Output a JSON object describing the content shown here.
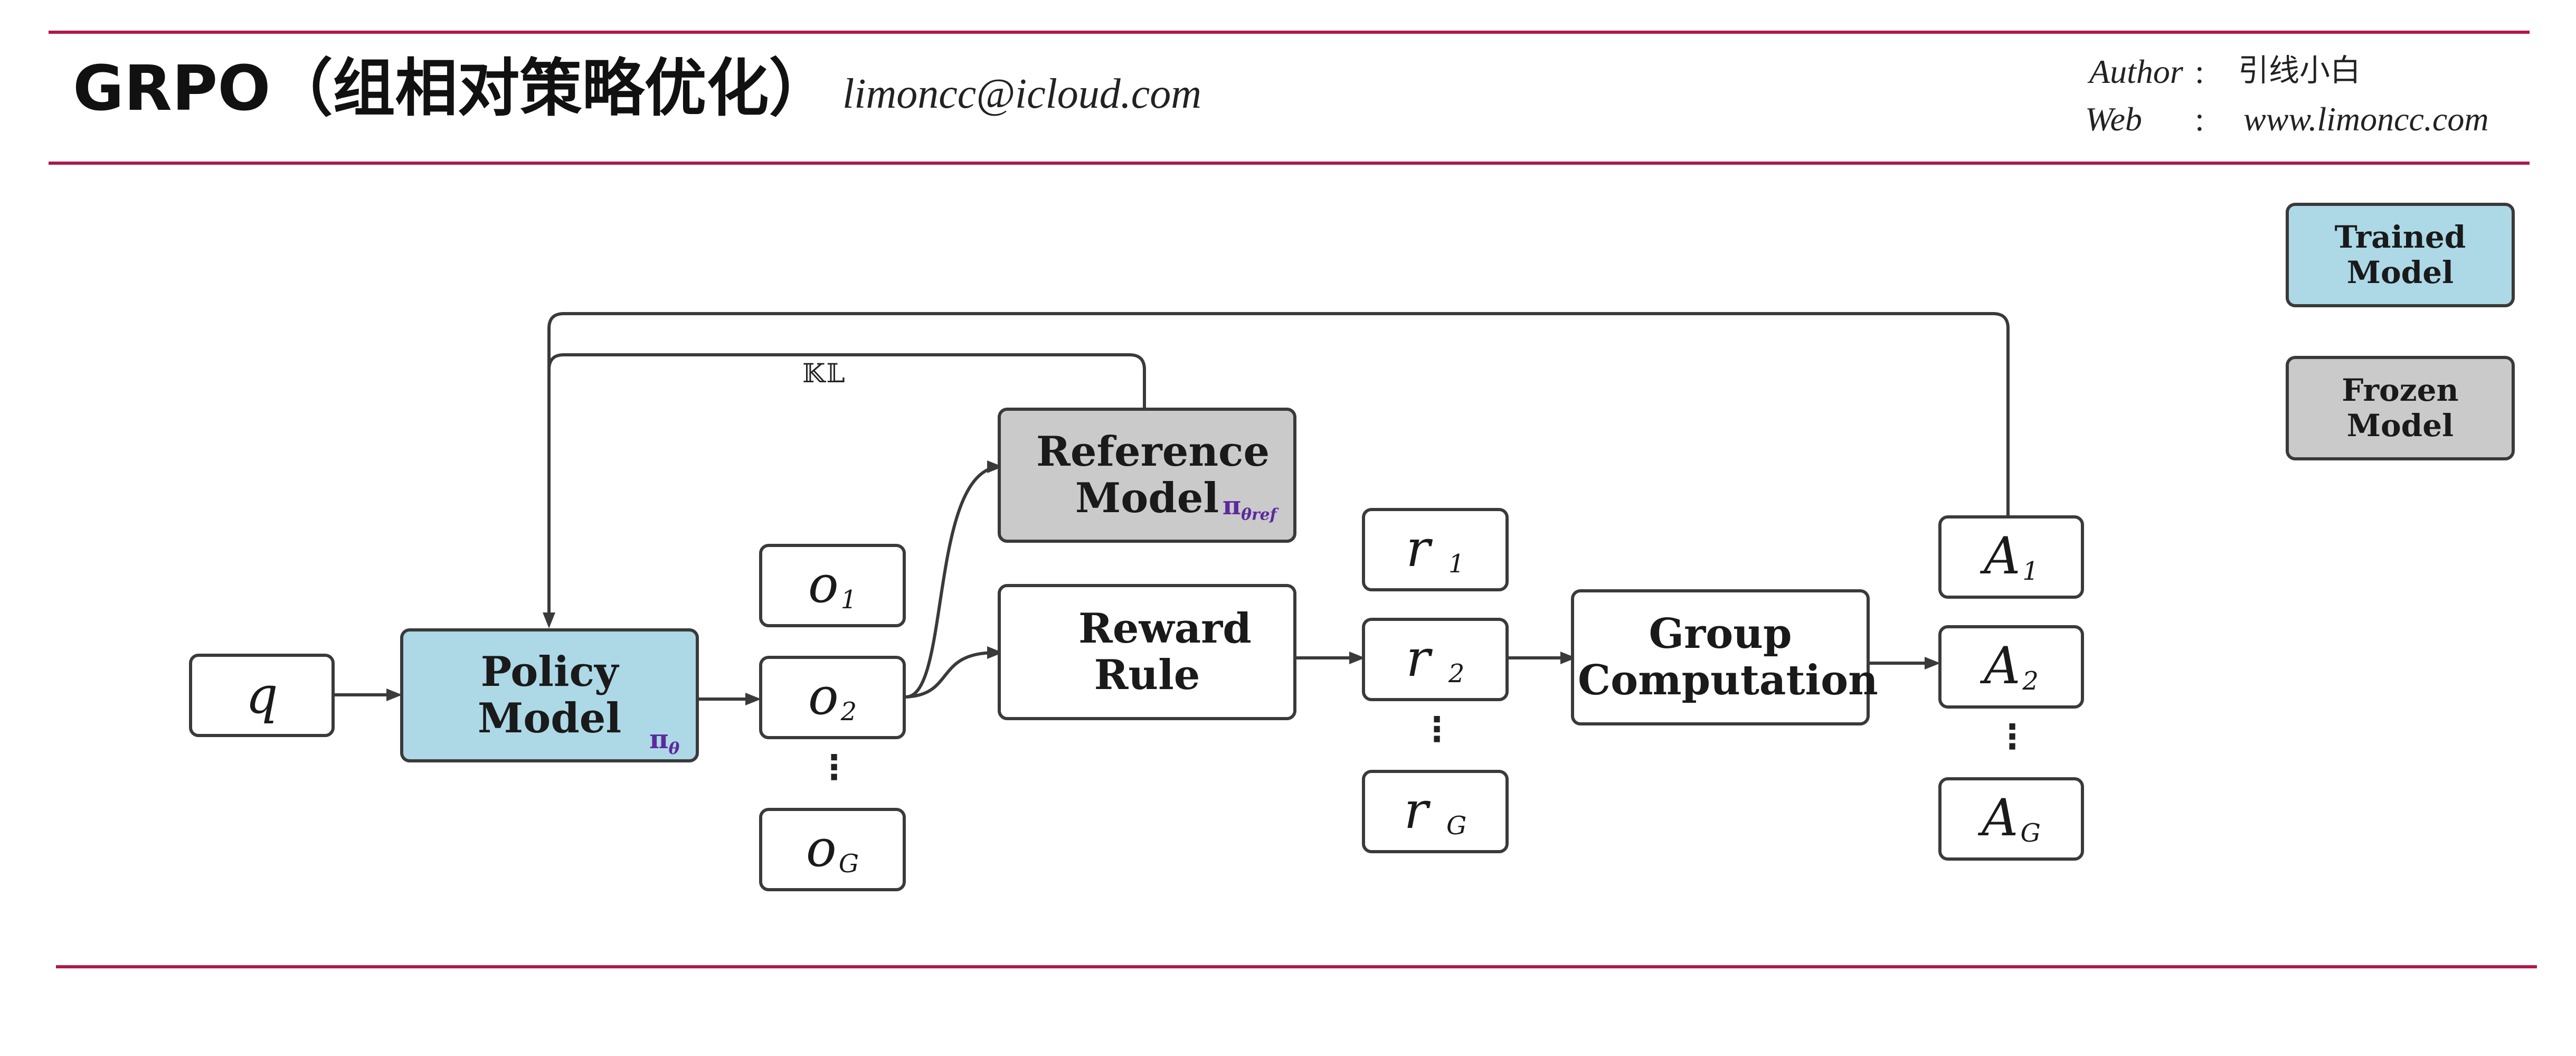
{
  "header": {
    "title": "GRPO（组相对策略优化）",
    "email": "limoncc@icloud.com",
    "author_key": "Author",
    "author_sep": ":",
    "author_value": "引线小白",
    "web_key": "Web",
    "web_sep": ":",
    "web_value": "www.limoncc.com"
  },
  "colors": {
    "rule": "#b0184a",
    "trained": "#add8e6",
    "frozen": "#cacaca",
    "pi": "#5b2a9e"
  },
  "legend": {
    "trained": "Trained Model",
    "frozen": "Frozen Model"
  },
  "nodes": {
    "q": "q",
    "policy": "Policy Model",
    "policy_pi": "π",
    "policy_pi_sub": "θ",
    "reference": "Reference Model",
    "reference_pi": "π",
    "reference_pi_sub": "θref",
    "reward": "Reward Rule",
    "group": "Group Computation",
    "o_sym": "o",
    "o": [
      "1",
      "2",
      "G"
    ],
    "r_sym": "r",
    "r": [
      "1",
      "2",
      "G"
    ],
    "a_sym": "A",
    "a": [
      "1",
      "2",
      "G"
    ]
  },
  "kl_label": "𝕂𝕃",
  "ellipsis": "⋮"
}
